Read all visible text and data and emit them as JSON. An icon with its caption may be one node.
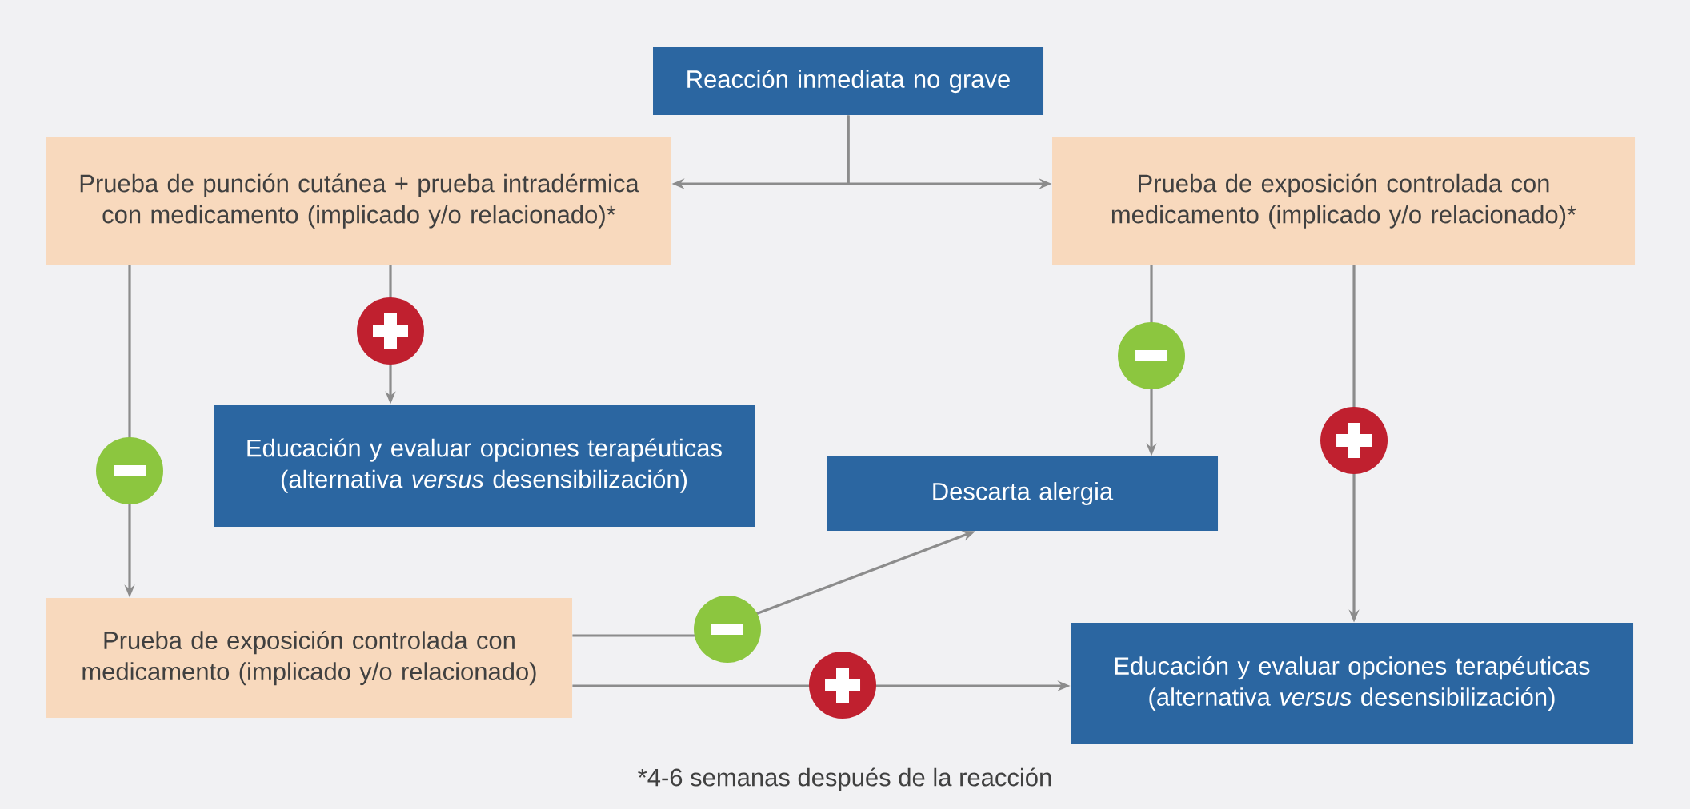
{
  "diagram": {
    "caption": "*4-6 semanas después de la reacción",
    "nodes": [
      {
        "text": [
          "Reacción inmediata no grave"
        ]
      },
      {
        "text": [
          "Prueba de punción cutánea + prueba intradérmica con medicamento (implicado y/o relacionado)*"
        ]
      },
      {
        "text": [
          "Prueba de exposición controlada con medicamento (implicado y/o relacionado)*"
        ]
      },
      {
        "text": [
          "Educación y evaluar opciones terapéuticas (alternativa *versus* desensibilización)"
        ]
      },
      {
        "text": [
          "Descarta alergia"
        ]
      },
      {
        "text": [
          "Prueba de exposición controlada con medicamento (implicado y/o relacionado)"
        ]
      },
      {
        "text": [
          "Educación y evaluar opciones terapéuticas (alternativa *versus* desensibilización)"
        ]
      }
    ],
    "edges": [
      {
        "from": 0,
        "to": 1,
        "arrow": "to"
      },
      {
        "from": 0,
        "to": 2,
        "arrow": "to"
      },
      {
        "from": 1,
        "to": 5,
        "arrow": "to"
      },
      {
        "from": 1,
        "to": 3,
        "arrow": "to"
      },
      {
        "from": 2,
        "to": 4,
        "arrow": "to"
      },
      {
        "from": 2,
        "to": 6,
        "arrow": "to"
      },
      {
        "from": 5,
        "to": 4,
        "arrow": "to"
      },
      {
        "from": 5,
        "to": 6,
        "arrow": "to"
      }
    ]
  }
}
